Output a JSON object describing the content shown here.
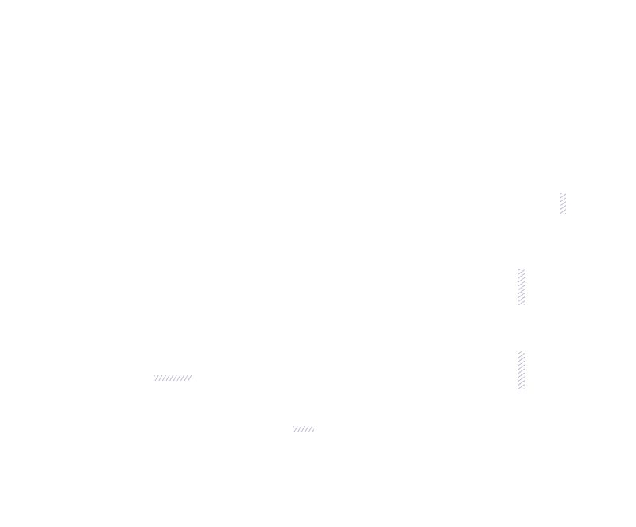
{
  "canvas": {
    "background": "#ffffff"
  },
  "hatch_color": "#b9b6cf",
  "strips": [
    {
      "id": "h-strip-top-right",
      "orientation": "vertical"
    },
    {
      "id": "v-strip-upper",
      "orientation": "vertical"
    },
    {
      "id": "v-strip-lower",
      "orientation": "vertical"
    },
    {
      "id": "h-strip-left",
      "orientation": "horizontal"
    },
    {
      "id": "h-strip-bottom",
      "orientation": "horizontal"
    }
  ]
}
